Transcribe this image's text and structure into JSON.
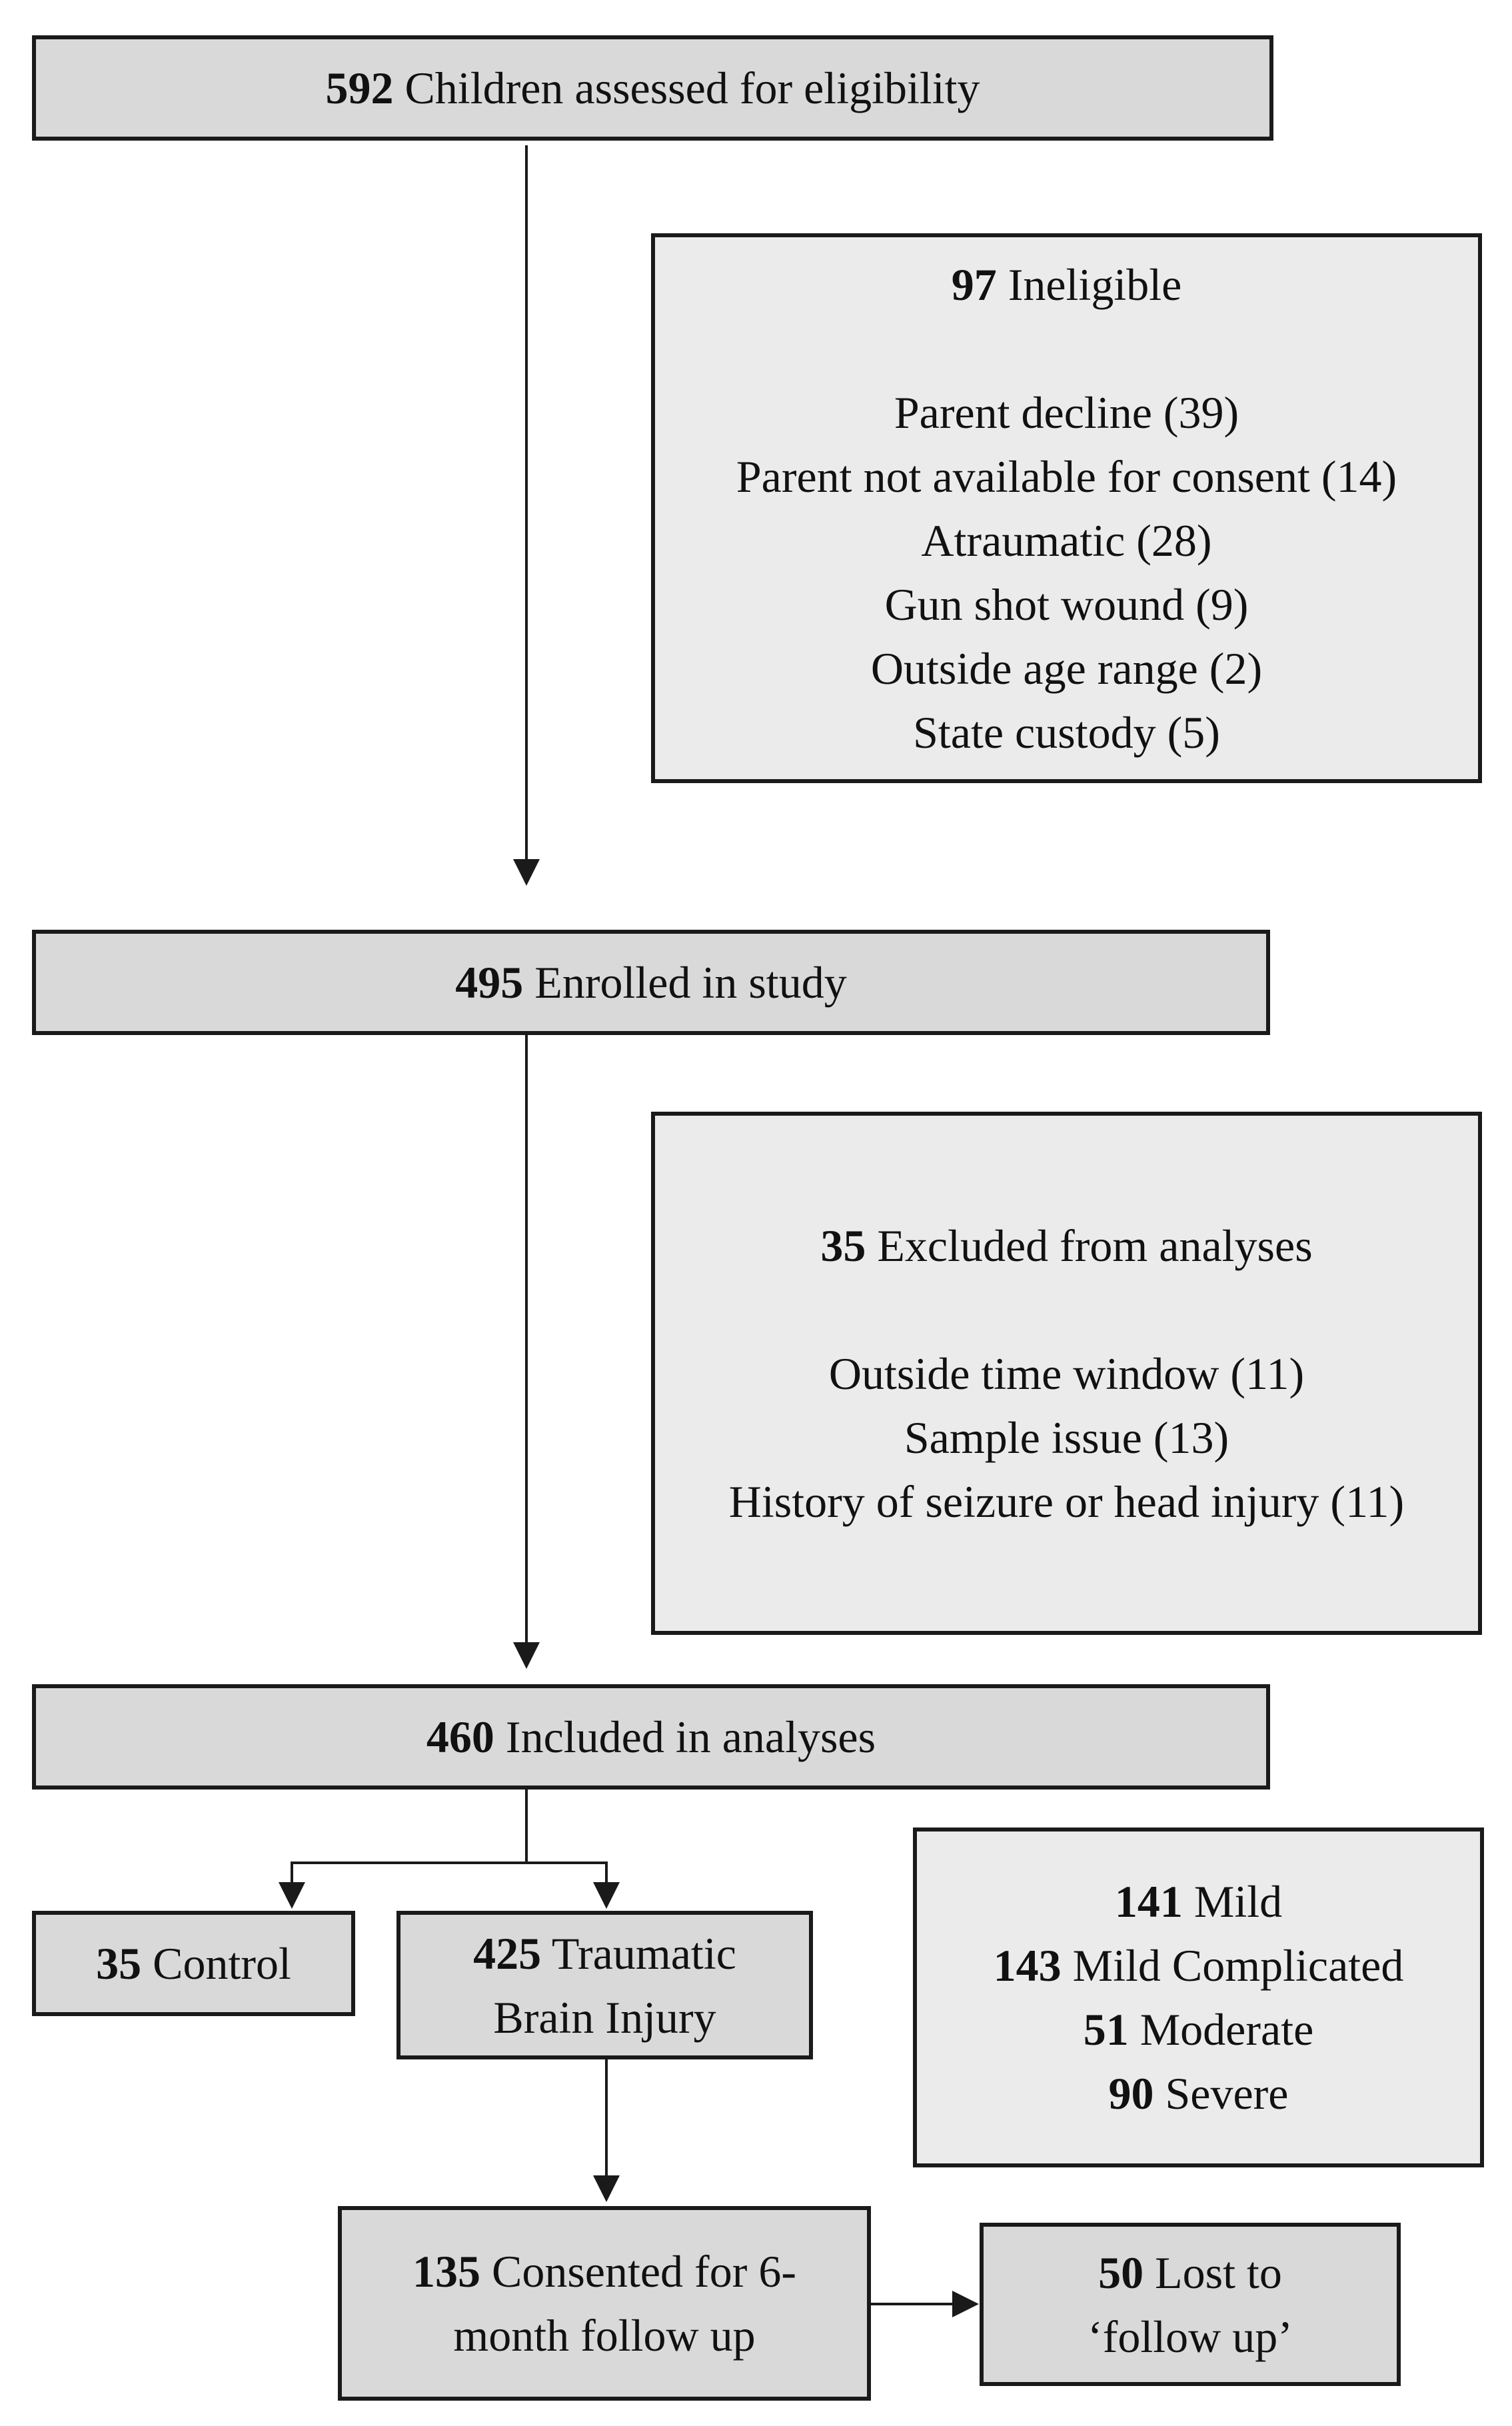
{
  "colors": {
    "main_box_fill": "#d9d9d9",
    "side_box_fill": "#ebebeb",
    "border": "#1a1a1a",
    "arrow": "#1a1a1a"
  },
  "assessed": {
    "count": "592",
    "label": "Children assessed for eligibility"
  },
  "ineligible": {
    "count": "97",
    "label": "Ineligible",
    "reasons": [
      "Parent decline (39)",
      "Parent not available  for consent (14)",
      "Atraumatic  (28)",
      "Gun shot wound (9)",
      "Outside age range (2)",
      "State custody (5)"
    ]
  },
  "enrolled": {
    "count": "495",
    "label": "Enrolled in study"
  },
  "excluded": {
    "count": "35",
    "label": "Excluded from analyses",
    "reasons": [
      "Outside time window (11)",
      "Sample issue (13)",
      "History of seizure or head injury  (11)"
    ]
  },
  "included": {
    "count": "460",
    "label": "Included in analyses"
  },
  "control": {
    "count": "35",
    "label": "Control"
  },
  "tbi": {
    "count": "425",
    "label_line1": "Traumatic",
    "label_line2": "Brain Injury"
  },
  "severity": [
    {
      "count": "141",
      "label": "Mild"
    },
    {
      "count": "143",
      "label": "Mild Complicated"
    },
    {
      "count": "51",
      "label": "Moderate"
    },
    {
      "count": "90",
      "label": "Severe"
    }
  ],
  "consented": {
    "count": "135",
    "label_line1": "Consented for 6-",
    "label_line2": "month follow up"
  },
  "lost": {
    "count": "50",
    "label_line1": "Lost to",
    "label_line2": "‘follow up’"
  }
}
